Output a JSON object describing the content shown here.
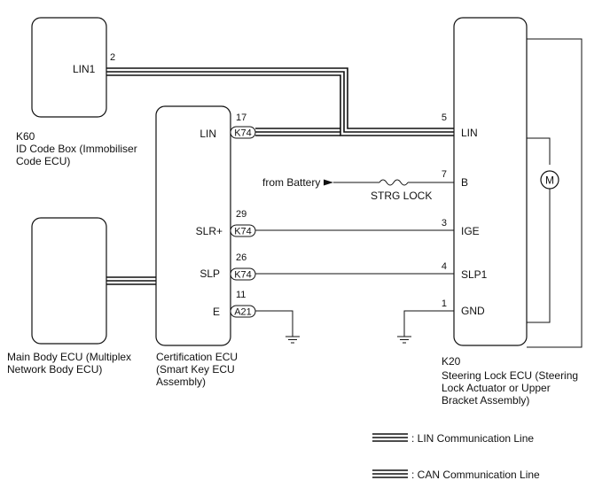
{
  "components": {
    "id_code_box": {
      "code": "K60",
      "name_lines": [
        "ID Code Box (Immobiliser",
        "Code ECU)"
      ],
      "pin": "2",
      "terminal": "LIN1"
    },
    "main_body_ecu": {
      "name_lines": [
        "Main Body ECU (Multiplex",
        "Network Body ECU)"
      ]
    },
    "certification_ecu": {
      "name_lines": [
        "Certification ECU",
        "(Smart Key ECU",
        "Assembly)"
      ],
      "terminals": [
        {
          "pin": "17",
          "connector": "K74",
          "name": "LIN"
        },
        {
          "pin": "29",
          "connector": "K74",
          "name": "SLR+"
        },
        {
          "pin": "26",
          "connector": "K74",
          "name": "SLP"
        },
        {
          "pin": "11",
          "connector": "A21",
          "name": "E"
        }
      ]
    },
    "steering_lock_ecu": {
      "code": "K20",
      "name_lines": [
        "Steering Lock ECU (Steering",
        "Lock Actuator or Upper",
        "Bracket Assembly)"
      ],
      "terminals": [
        {
          "pin": "5",
          "name": "LIN"
        },
        {
          "pin": "7",
          "name": "B"
        },
        {
          "pin": "3",
          "name": "IGE"
        },
        {
          "pin": "4",
          "name": "SLP1"
        },
        {
          "pin": "1",
          "name": "GND"
        }
      ],
      "motor_symbol": "M"
    }
  },
  "battery_source": "from Battery",
  "fuse_label": "STRG LOCK",
  "legend": [
    {
      "text": ": LIN Communication Line"
    },
    {
      "text": ": CAN Communication Line"
    }
  ]
}
